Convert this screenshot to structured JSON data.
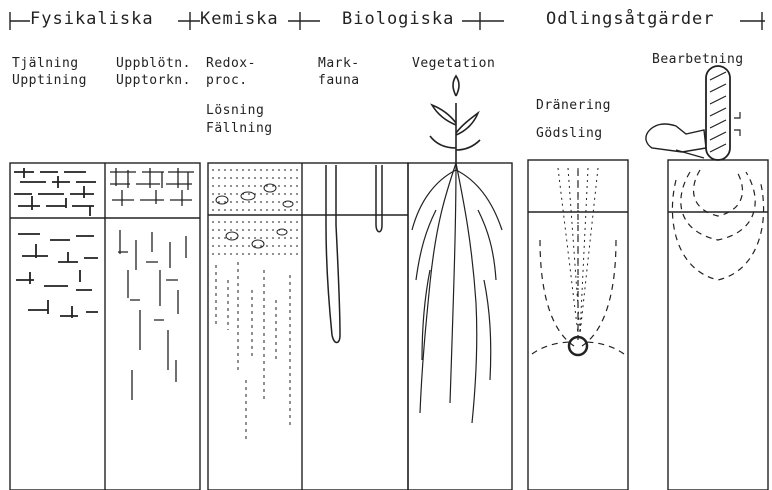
{
  "categories": {
    "physical": "Fysikaliska",
    "chemical": "Kemiska",
    "biological": "Biologiska",
    "cultivation": "Odlingsåtgärder"
  },
  "processes": {
    "frost_1": "Tjälning",
    "frost_2": "Upptining",
    "wet_1": "Uppblötn.",
    "wet_2": "Upptorkn.",
    "redox_1": "Redox-",
    "redox_2": "proc.",
    "dissolve_1": "Lösning",
    "dissolve_2": "Fällning",
    "fauna_1": "Mark-",
    "fauna_2": "fauna",
    "vegetation": "Vegetation",
    "drain_1": "Dränering",
    "drain_2": "Gödsling",
    "tillage": "Bearbetning"
  }
}
